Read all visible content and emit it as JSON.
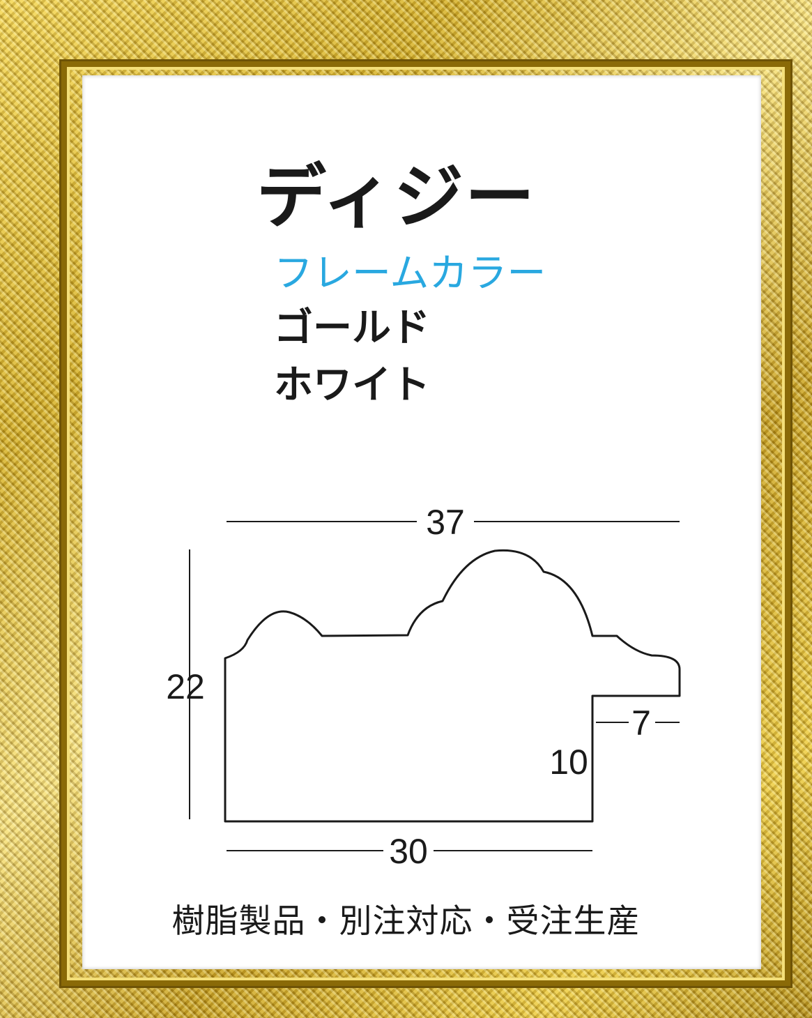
{
  "product": {
    "name": "ディジー"
  },
  "colors": {
    "label": "フレームカラー",
    "label_color": "#29a8e0",
    "options": [
      "ゴールド",
      "ホワイト"
    ]
  },
  "dimensions": {
    "width_total": "37",
    "height_total": "22",
    "base_width": "30",
    "rabbet_height": "10",
    "rabbet_width": "7"
  },
  "footer": {
    "text": "樹脂製品・別注対応・受注生産"
  },
  "palette": {
    "frame_gold": "#d4b02a",
    "ink": "#1a1a1a"
  }
}
